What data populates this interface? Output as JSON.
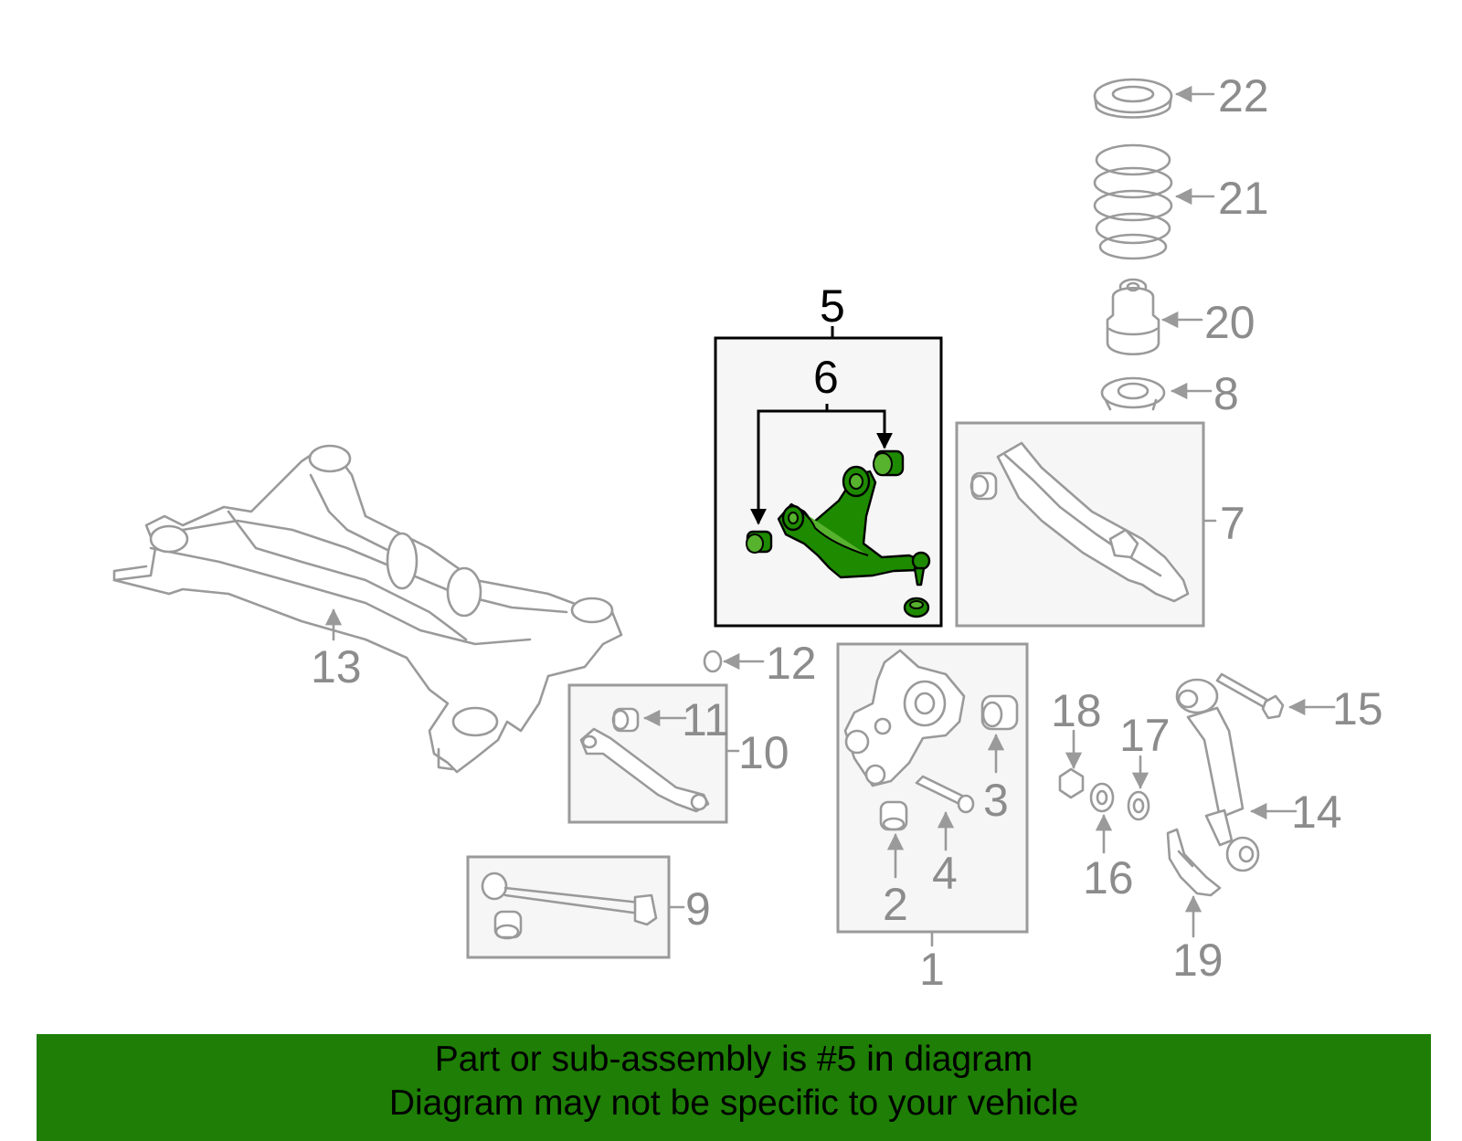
{
  "banner": {
    "line1": "Part or sub-assembly is #5 in diagram",
    "line2": "Diagram may not be specific to your vehicle"
  },
  "colors": {
    "highlight": "#1e8a00",
    "banner": "#1e7e06",
    "outline": "#9a9a9a"
  },
  "callouts": {
    "c1": "1",
    "c2": "2",
    "c3": "3",
    "c4": "4",
    "c5": "5",
    "c6": "6",
    "c7": "7",
    "c8": "8",
    "c9": "9",
    "c10": "10",
    "c11": "11",
    "c12": "12",
    "c13": "13",
    "c14": "14",
    "c15": "15",
    "c16": "16",
    "c17": "17",
    "c18": "18",
    "c19": "19",
    "c20": "20",
    "c21": "21",
    "c22": "22"
  }
}
